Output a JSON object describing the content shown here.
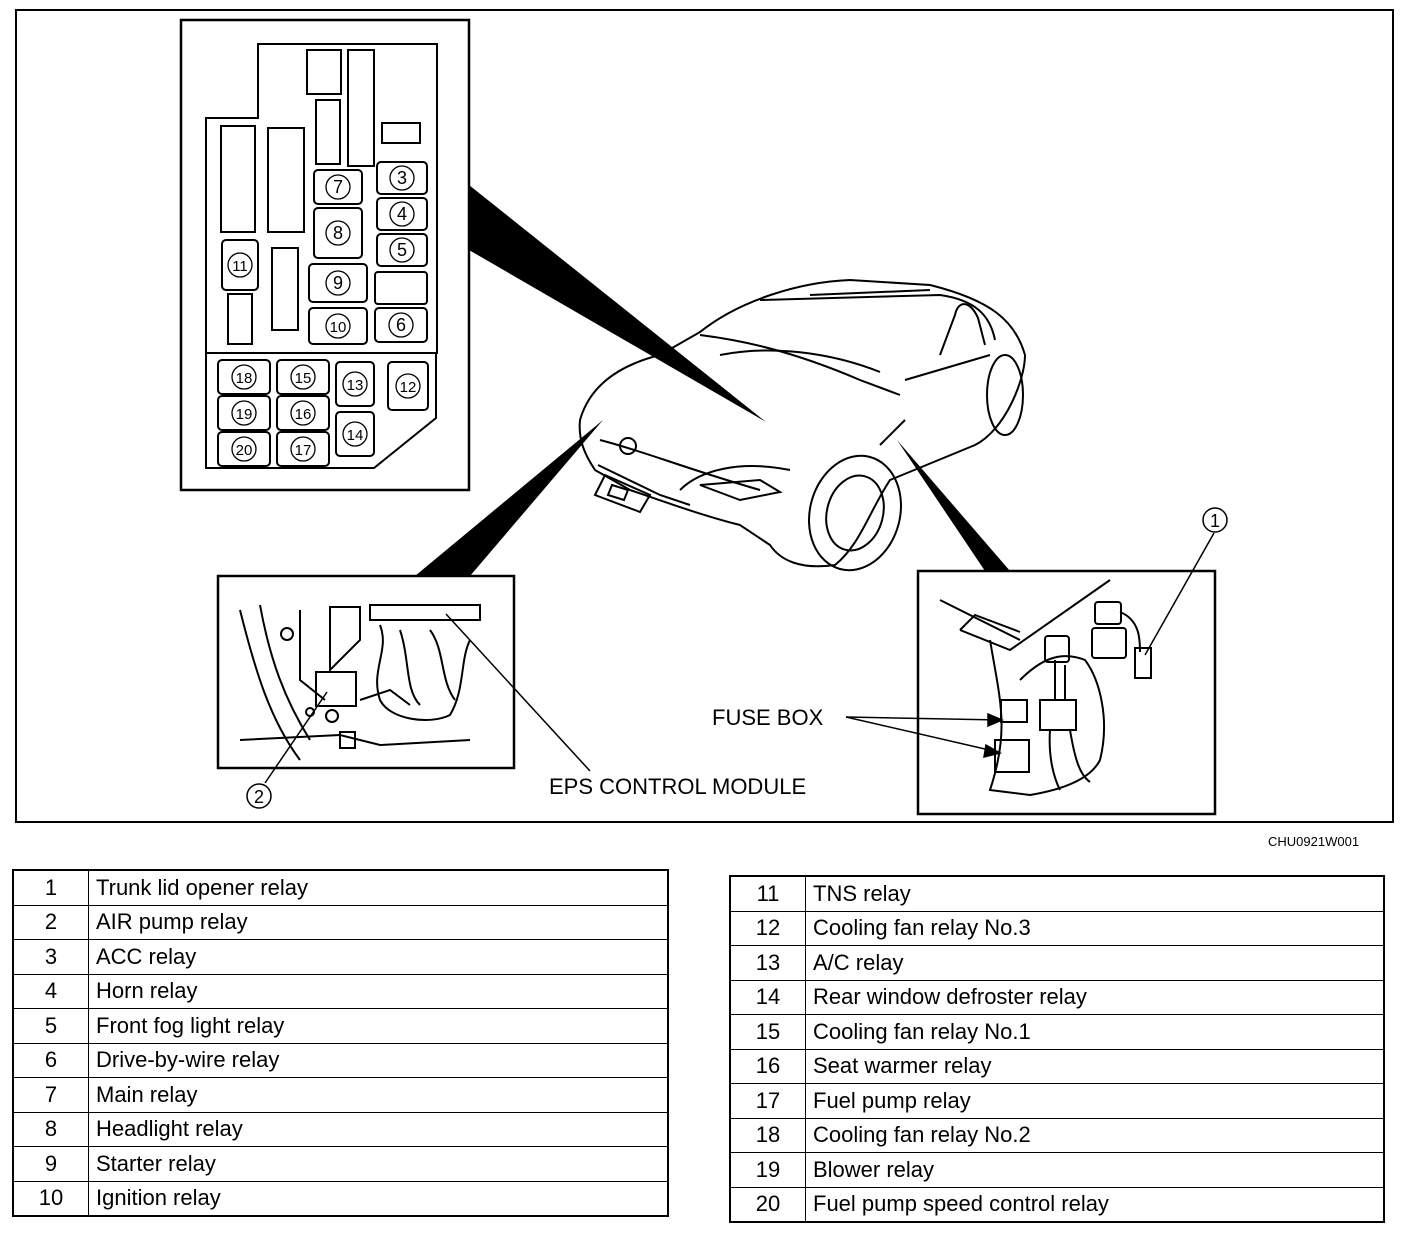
{
  "fuse_box_labels": [
    "3",
    "4",
    "5",
    "6",
    "7",
    "8",
    "9",
    "10",
    "11",
    "12",
    "13",
    "14",
    "15",
    "16",
    "17",
    "18",
    "19",
    "20"
  ],
  "callouts": {
    "fuse_box": "FUSE BOX",
    "eps_module": "EPS CONTROL MODULE",
    "marker_1": "1",
    "marker_2": "2"
  },
  "figure_code": "CHU0921W001",
  "relays_left": [
    {
      "num": "1",
      "name": "Trunk lid opener relay"
    },
    {
      "num": "2",
      "name": "AIR pump relay"
    },
    {
      "num": "3",
      "name": "ACC relay"
    },
    {
      "num": "4",
      "name": "Horn relay"
    },
    {
      "num": "5",
      "name": "Front fog light relay"
    },
    {
      "num": "6",
      "name": "Drive-by-wire relay"
    },
    {
      "num": "7",
      "name": "Main relay"
    },
    {
      "num": "8",
      "name": "Headlight relay"
    },
    {
      "num": "9",
      "name": "Starter relay"
    },
    {
      "num": "10",
      "name": "Ignition relay"
    }
  ],
  "relays_right": [
    {
      "num": "11",
      "name": "TNS relay"
    },
    {
      "num": "12",
      "name": "Cooling fan relay No.3"
    },
    {
      "num": "13",
      "name": "A/C relay"
    },
    {
      "num": "14",
      "name": "Rear window defroster relay"
    },
    {
      "num": "15",
      "name": "Cooling fan relay No.1"
    },
    {
      "num": "16",
      "name": "Seat warmer relay"
    },
    {
      "num": "17",
      "name": "Fuel pump relay"
    },
    {
      "num": "18",
      "name": "Cooling fan relay No.2"
    },
    {
      "num": "19",
      "name": "Blower relay"
    },
    {
      "num": "20",
      "name": "Fuel pump speed control relay"
    }
  ]
}
